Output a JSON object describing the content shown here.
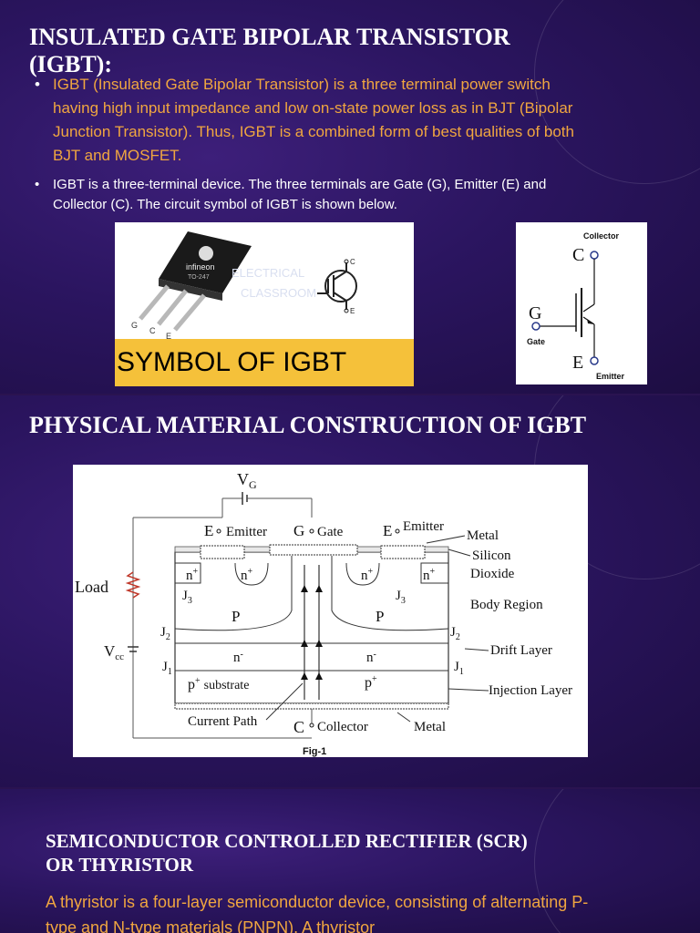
{
  "slide1": {
    "title": "INSULATED GATE BIPOLAR TRANSISTOR (IGBT):",
    "bullet1": "IGBT (Insulated Gate Bipolar Transistor) is a three terminal power switch having high input impedance  and low on-state power loss as in BJT (Bipolar Junction Transistor). Thus, IGBT is a combined form of best qualities of both BJT and MOSFET.",
    "bullet2": "IGBT is a three-terminal device. The three terminals are Gate (G), Emitter (E) and Collector (C). The circuit symbol of IGBT is shown below.",
    "image_left": {
      "brand": "infineon",
      "package": "TO-247",
      "pin_g": "G",
      "pin_c": "C",
      "pin_e": "E",
      "sym_c": "C",
      "sym_e": "E",
      "watermark_line1": "ELECTRICAL",
      "watermark_line2": "CLASSROOM",
      "caption": "SYMBOL OF IGBT"
    },
    "image_right": {
      "collector_label": "Collector",
      "c": "C",
      "g": "G",
      "e": "E",
      "gate_label": "Gate",
      "emitter_label": "Emitter"
    }
  },
  "slide2": {
    "title": "PHYSICAL MATERIAL CONSTRUCTION OF IGBT",
    "diagram": {
      "vg": "V",
      "vg_sub": "G",
      "e1": "E",
      "emitter1": "Emitter",
      "g": "G",
      "gate": "Gate",
      "e2": "E",
      "emitter2": "Emitter",
      "metal_top": "Metal",
      "silicon": "Silicon",
      "dioxide": "Dioxide",
      "load": "Load",
      "n_plus": "n",
      "plus": "+",
      "j3": "J",
      "j3_sub": "3",
      "p": "P",
      "body_region": "Body Region",
      "j2": "J",
      "j2_sub": "2",
      "vcc": "V",
      "vcc_sub": "cc",
      "n_minus": "n",
      "minus": "-",
      "drift_layer": "Drift Layer",
      "j1": "J",
      "j1_sub": "1",
      "p_plus": "p",
      "substrate": "substrate",
      "injection_layer": "Injection Layer",
      "current_path": "Current Path",
      "c": "C",
      "collector": "Collector",
      "metal_bottom": "Metal",
      "fig": "Fig-1"
    }
  },
  "slide3": {
    "title_line1": "SEMICONDUCTOR CONTROLLED RECTIFIER (SCR)",
    "title_line2": "OR THYRISTOR",
    "para": "A thyristor is a four-layer semiconductor device, consisting of alternating P-type and N-type materials (PNPN). A thyristor"
  },
  "colors": {
    "background": "#2b1560",
    "title": "#ffffff",
    "accent_orange": "#f0a640",
    "caption_yellow": "#f5c13a"
  }
}
